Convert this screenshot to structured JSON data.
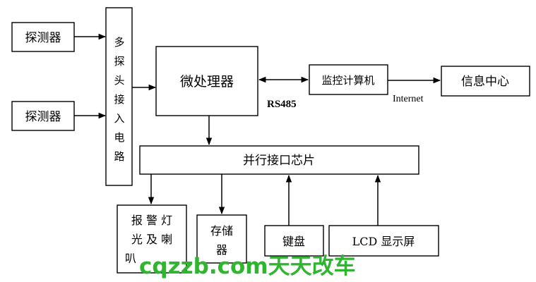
{
  "nodes": {
    "detector_1": "探测器",
    "detector_2": "探测器",
    "probe_interface": [
      "多",
      "探",
      "头",
      "接",
      "入",
      "电",
      "路"
    ],
    "microprocessor": "微处理器",
    "monitor_pc": "监控计算机",
    "info_center": "信息中心",
    "parallel_chip": "并行接口芯片",
    "alarm": [
      "报 警 灯",
      "光 及 喇",
      "叭"
    ],
    "storage": [
      "存储",
      "器"
    ],
    "keyboard": "键盘",
    "lcd": "LCD 显示屏"
  },
  "edges": {
    "rs485": "RS485",
    "internet": "Internet"
  },
  "watermark": {
    "text": "cqzzb.com天天改车",
    "color": "#2fb52f"
  }
}
